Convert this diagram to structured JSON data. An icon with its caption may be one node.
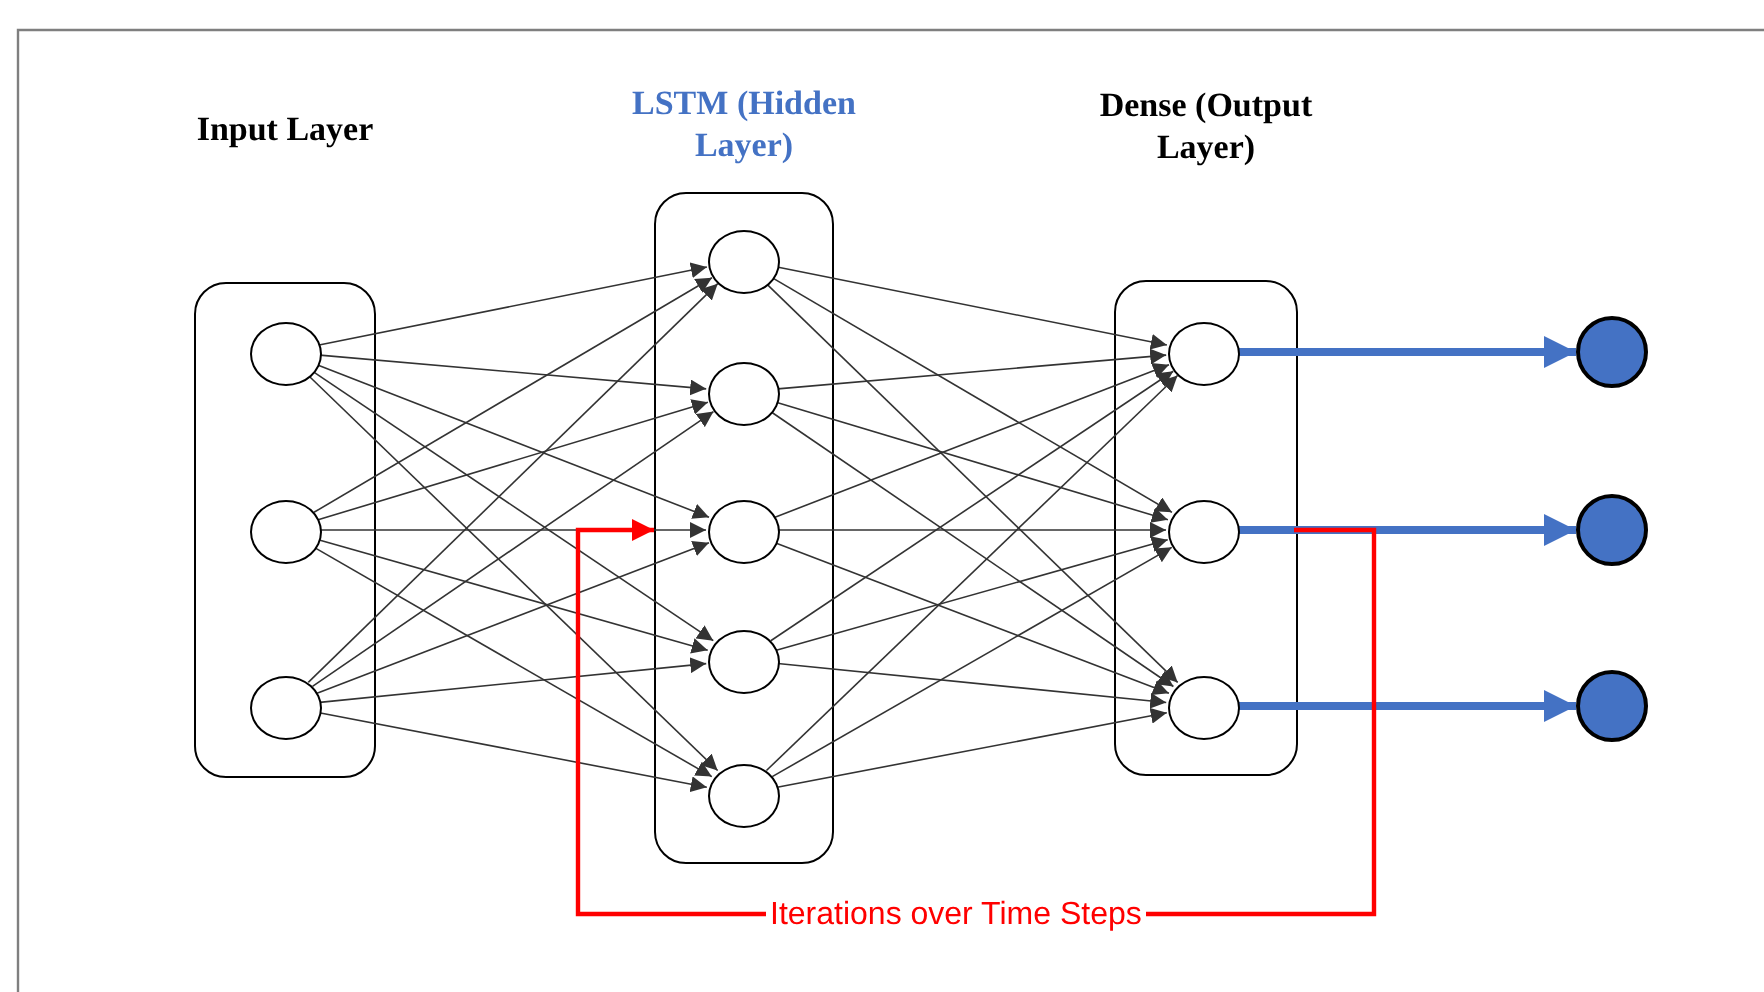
{
  "diagram": {
    "nodes": [
      {
        "text": [
          "Input Layer"
        ]
      },
      {
        "text": [],
        "shape": "circle",
        "in": 0
      },
      {
        "text": [],
        "shape": "circle",
        "in": 0
      },
      {
        "text": [],
        "shape": "circle",
        "in": 0
      },
      {
        "text": [
          "LSTM (Hidden Layer)"
        ]
      },
      {
        "text": [],
        "shape": "circle",
        "in": 4
      },
      {
        "text": [],
        "shape": "circle",
        "in": 4
      },
      {
        "text": [],
        "shape": "circle",
        "in": 4
      },
      {
        "text": [],
        "shape": "circle",
        "in": 4
      },
      {
        "text": [],
        "shape": "circle",
        "in": 4
      },
      {
        "text": [
          "Dense (Output Layer)"
        ]
      },
      {
        "text": [],
        "shape": "circle",
        "in": 10
      },
      {
        "text": [],
        "shape": "circle",
        "in": 10
      },
      {
        "text": [],
        "shape": "circle",
        "in": 10
      },
      {
        "text": [],
        "shape": "circle"
      },
      {
        "text": [],
        "shape": "circle"
      },
      {
        "text": [],
        "shape": "circle"
      }
    ],
    "edges": [
      {
        "from": 1,
        "to": 5,
        "arrow": "to"
      },
      {
        "from": 1,
        "to": 6,
        "arrow": "to"
      },
      {
        "from": 1,
        "to": 7,
        "arrow": "to"
      },
      {
        "from": 1,
        "to": 8,
        "arrow": "to"
      },
      {
        "from": 1,
        "to": 9,
        "arrow": "to"
      },
      {
        "from": 2,
        "to": 5,
        "arrow": "to"
      },
      {
        "from": 2,
        "to": 6,
        "arrow": "to"
      },
      {
        "from": 2,
        "to": 7,
        "arrow": "to"
      },
      {
        "from": 2,
        "to": 8,
        "arrow": "to"
      },
      {
        "from": 2,
        "to": 9,
        "arrow": "to"
      },
      {
        "from": 3,
        "to": 5,
        "arrow": "to"
      },
      {
        "from": 3,
        "to": 6,
        "arrow": "to"
      },
      {
        "from": 3,
        "to": 7,
        "arrow": "to"
      },
      {
        "from": 3,
        "to": 8,
        "arrow": "to"
      },
      {
        "from": 3,
        "to": 9,
        "arrow": "to"
      },
      {
        "from": 5,
        "to": 11,
        "arrow": "to"
      },
      {
        "from": 5,
        "to": 12,
        "arrow": "to"
      },
      {
        "from": 5,
        "to": 13,
        "arrow": "to"
      },
      {
        "from": 6,
        "to": 11,
        "arrow": "to"
      },
      {
        "from": 6,
        "to": 12,
        "arrow": "to"
      },
      {
        "from": 6,
        "to": 13,
        "arrow": "to"
      },
      {
        "from": 7,
        "to": 11,
        "arrow": "to"
      },
      {
        "from": 7,
        "to": 12,
        "arrow": "to"
      },
      {
        "from": 7,
        "to": 13,
        "arrow": "to"
      },
      {
        "from": 8,
        "to": 11,
        "arrow": "to"
      },
      {
        "from": 8,
        "to": 12,
        "arrow": "to"
      },
      {
        "from": 8,
        "to": 13,
        "arrow": "to"
      },
      {
        "from": 9,
        "to": 11,
        "arrow": "to"
      },
      {
        "from": 9,
        "to": 12,
        "arrow": "to"
      },
      {
        "from": 9,
        "to": 13,
        "arrow": "to"
      },
      {
        "from": 11,
        "to": 14,
        "arrow": "to",
        "style": "thick",
        "color": "#4472c4"
      },
      {
        "from": 12,
        "to": 15,
        "arrow": "to",
        "style": "thick",
        "color": "#4472c4"
      },
      {
        "from": 13,
        "to": 16,
        "arrow": "to",
        "style": "thick",
        "color": "#4472c4"
      },
      {
        "from": 12,
        "to": 4,
        "arrow": "to",
        "label": "Iterations over Time Steps",
        "color": "#ff0000"
      }
    ]
  }
}
